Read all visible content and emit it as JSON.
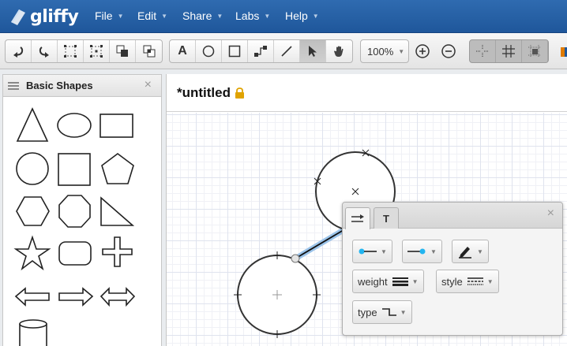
{
  "app": {
    "name": "gliffy",
    "menu": [
      {
        "label": "File"
      },
      {
        "label": "Edit"
      },
      {
        "label": "Share"
      },
      {
        "label": "Labs"
      },
      {
        "label": "Help"
      }
    ]
  },
  "toolbar": {
    "zoom": "100%",
    "tools": {
      "undo": "undo-icon",
      "redo": "redo-icon",
      "group": "group-icon",
      "ungroup": "ungroup-icon",
      "bring_front": "bring-front-icon",
      "send_back": "send-back-icon",
      "text": "A",
      "ellipse": "ellipse-icon",
      "rectangle": "rectangle-icon",
      "connector": "connector-icon",
      "line": "line-icon",
      "pointer": "pointer-icon",
      "hand": "hand-icon",
      "zoom_in": "zoom-in-icon",
      "zoom_out": "zoom-out-icon",
      "snap": "snap-icon",
      "grid": "grid-icon",
      "grid_snap": "grid-snap-icon"
    }
  },
  "shapes_panel": {
    "title": "Basic Shapes",
    "close": "×",
    "shapes": [
      "triangle",
      "ellipse",
      "rectangle",
      "circle",
      "square",
      "pentagon",
      "hexagon",
      "octagon",
      "right-triangle",
      "star",
      "rounded-rectangle",
      "cross",
      "left-arrow",
      "right-arrow",
      "double-arrow",
      "cylinder"
    ]
  },
  "document": {
    "title": "*untitled",
    "locked": true
  },
  "line_properties": {
    "tabs": [
      {
        "icon": "line-tab-icon"
      },
      {
        "label": "T"
      }
    ],
    "close": "×",
    "weight_label": "weight",
    "style_label": "style",
    "type_label": "type"
  },
  "colors": {
    "brand": "#2a64a9",
    "selection": "#9cc4ea",
    "endpoint": "#22b5f0",
    "lock": "#e0a300"
  }
}
